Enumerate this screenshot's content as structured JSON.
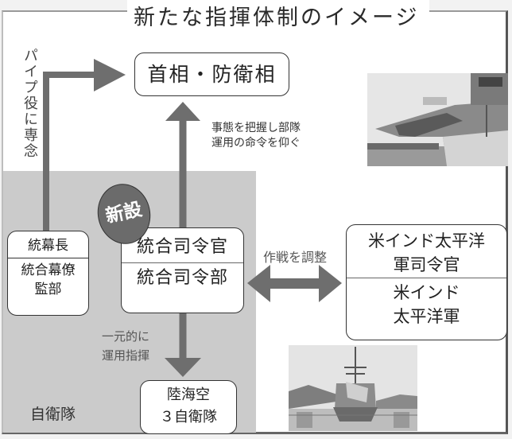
{
  "title": "新たな指揮体制のイメージ",
  "side_note": "パイプ役に専念",
  "nodes": {
    "pm_defense": "首相・防衛相",
    "chief_of_staff": {
      "top": "統幕長",
      "bottom_line1": "統合幕僚",
      "bottom_line2": "監部"
    },
    "joint_command": {
      "top": "統合司令官",
      "bottom": "統合司令部"
    },
    "us_indo_pacific": {
      "top_line1": "米インド太平洋",
      "top_line2": "軍司令官",
      "bottom_line1": "米インド",
      "bottom_line2": "太平洋軍"
    },
    "three_sdf": {
      "line1": "陸海空",
      "line2": "３自衛隊"
    }
  },
  "badge": "新設",
  "notes": {
    "orders_line1": "事態を把握し部隊",
    "orders_line2": "運用の命令を仰ぐ",
    "coordinate": "作戦を調整",
    "unified_line1": "一元的に",
    "unified_line2": "運用指揮"
  },
  "zone_label": "自衛隊",
  "photos": {
    "carrier": "aircraft-carrier-photo",
    "destroyer": "destroyer-photo"
  },
  "colors": {
    "arrow": "#6e6e6e",
    "zone": "#cbcbcb",
    "badge": "#6b6b6b"
  }
}
